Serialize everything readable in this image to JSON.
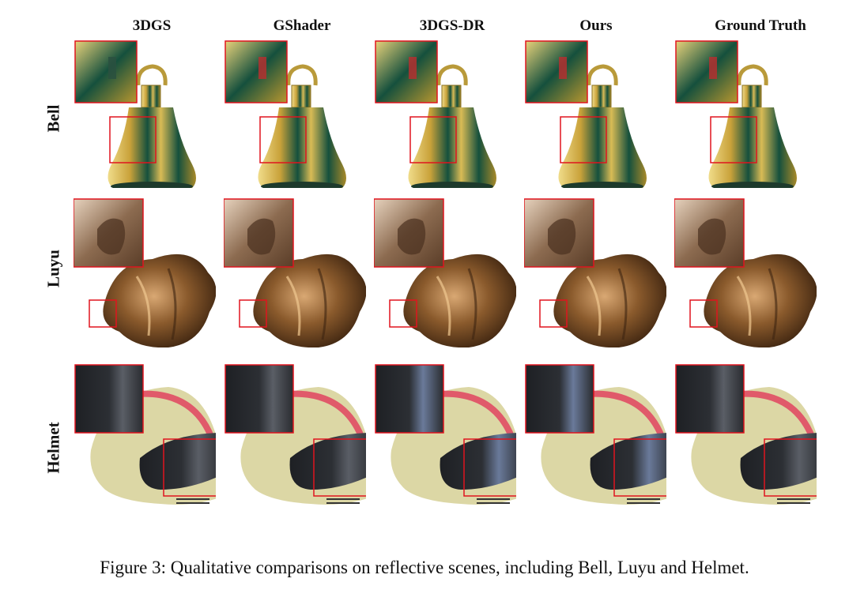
{
  "columns": [
    "3DGS",
    "GShader",
    "3DGS-DR",
    "Ours",
    "Ground Truth"
  ],
  "rows": [
    "Bell",
    "Luyu",
    "Helmet"
  ],
  "caption": "Figure 3: Qualitative comparisons on reflective scenes, including Bell, Luyu and Helmet.",
  "colors": {
    "highlight_box": "#e0141e",
    "bell_gold": "#c9a23a",
    "bell_green": "#15503d",
    "luyu_bronze": "#8a5a2c",
    "helmet_cream": "#dcd7a5",
    "helmet_stripe": "#e05a6a",
    "visor_dark": "#2c2f34"
  }
}
